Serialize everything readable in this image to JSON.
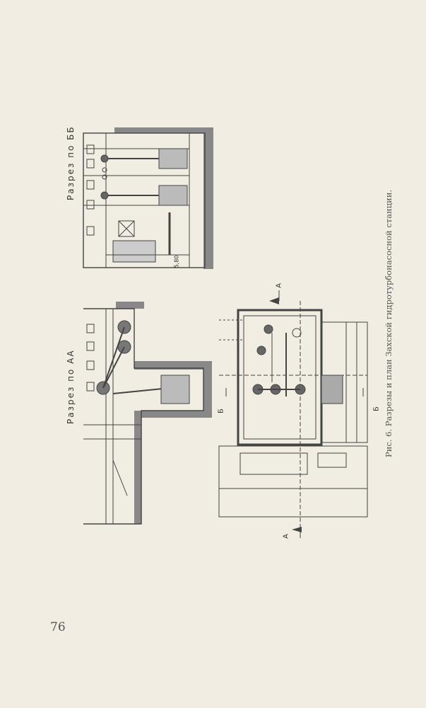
{
  "document": {
    "figure": {
      "caption": "Рис. 6. Разрезы и план Захской гидротурбонасосной станции.",
      "sections": [
        {
          "label": "Разрез по ББ"
        },
        {
          "label": "Разрез по АА"
        }
      ],
      "plan_marks": {
        "a_top": "А",
        "a_bottom": "А",
        "b_left": "Б",
        "b_right": "Б"
      },
      "dimension_note": "5,80"
    },
    "page_number": "76"
  }
}
